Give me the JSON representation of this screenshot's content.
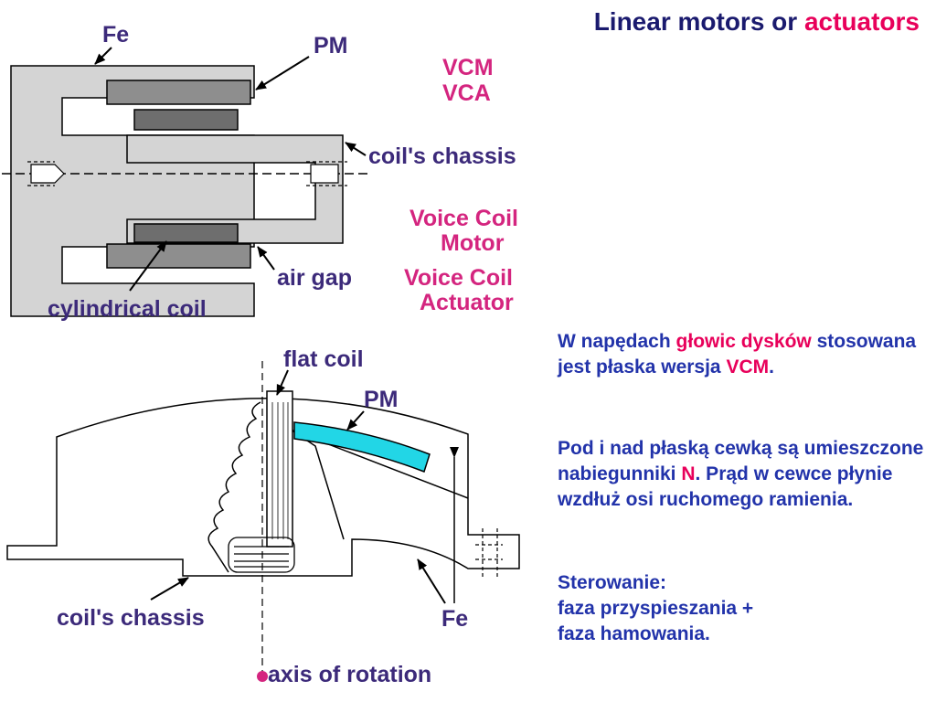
{
  "title": {
    "main": "Linear motors or ",
    "accent": "actuators"
  },
  "top_diagram": {
    "labels": {
      "fe": "Fe",
      "pm": "PM",
      "vcm": "VCM",
      "vca": "VCA",
      "coils_chassis": "coil's chassis",
      "voice_coil_motor_1": "Voice Coil",
      "voice_coil_motor_2": "Motor",
      "air_gap": "air gap",
      "voice_coil_actuator_1": "Voice Coil",
      "voice_coil_actuator_2": "Actuator",
      "cylindrical_coil": "cylindrical coil"
    }
  },
  "bottom_diagram": {
    "labels": {
      "flat_coil": "flat coil",
      "pm": "PM",
      "coils_chassis": "coil's chassis",
      "fe": "Fe",
      "axis_of_rotation": "axis of rotation"
    }
  },
  "text": {
    "p1_a": "W napędach ",
    "p1_b": "głowic dysków",
    "p1_c": " stosowana jest płaska wersja ",
    "p1_d": "VCM",
    "p1_e": ".",
    "p2_a": "Pod i nad płaską cewką są umieszczone nabiegunniki ",
    "p2_b": "N",
    "p2_c": ". Prąd w cewce płynie wzdłuż osi ruchomego ramienia.",
    "p3_line1": "Sterowanie:",
    "p3_line2": "faza przyspieszania +",
    "p3_line3": "faza hamowania."
  },
  "colors": {
    "core": "#d4d4d4",
    "magnet": "#8e8e8e",
    "coil": "#6e6e6e",
    "pm_flat": "#22d6e6",
    "label": "#3c2a7a",
    "accent": "#d4257f",
    "body_text": "#2233aa"
  }
}
